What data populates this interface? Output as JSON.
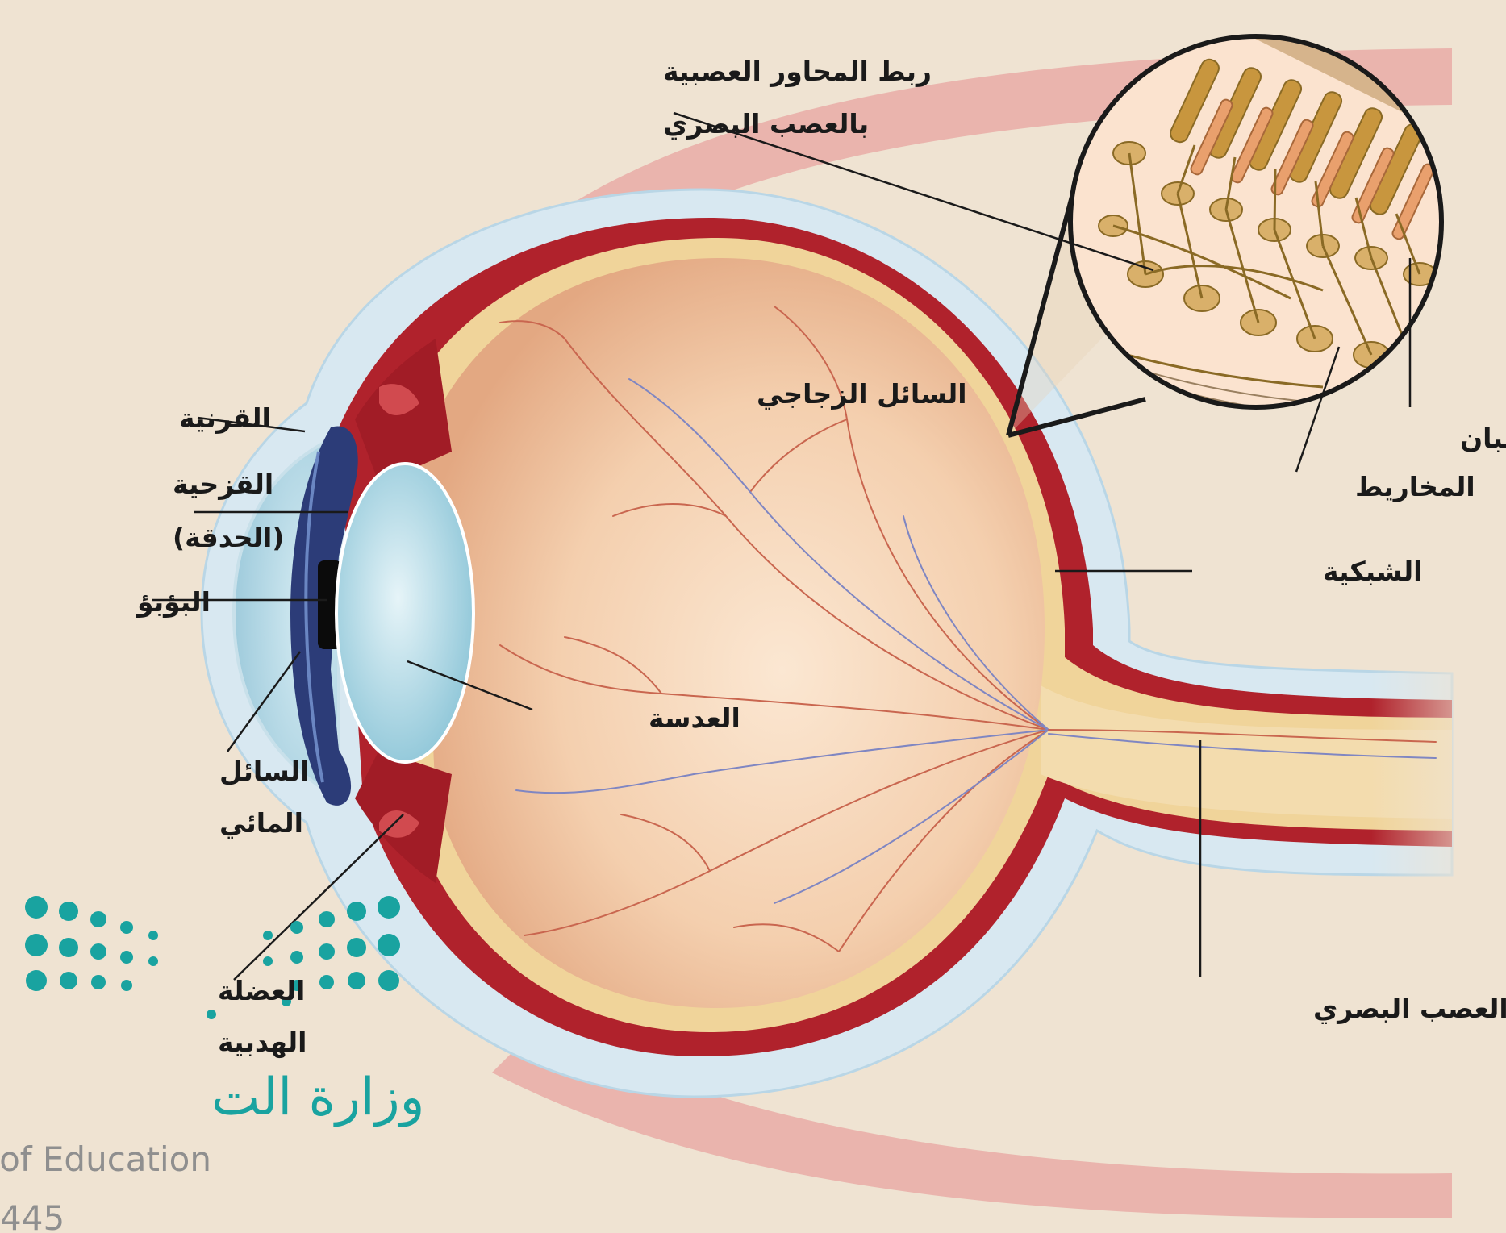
{
  "labels": {
    "axon_link": [
      "ربط المحاور العصبية",
      "بالعصب البصري"
    ],
    "vitreous_humor": "السائل الزجاجي",
    "cornea": "القرنية",
    "iris": [
      "القزحية",
      "(الحدقة)"
    ],
    "pupil": "البؤبؤ",
    "lens": "العدسة",
    "aqueous_humor": [
      "السائل",
      "المائي"
    ],
    "ciliary_muscle": [
      "العضلة",
      "الهدبية"
    ],
    "rods": "القضبان",
    "cones": "المخاريط",
    "retina": "الشبكية",
    "optic_nerve": "العصب البصري"
  },
  "watermark": {
    "arabic": "وزارة الت",
    "english": "of Education",
    "number": "445"
  },
  "colors": {
    "background": "#efe3d2",
    "sclera_outer": "#d8e8f1",
    "choroid": "#b0222c",
    "retina": "#f0d49a",
    "vitreous": "#f3c9a4",
    "lens": "#a9d7e6",
    "watermark": "#19a3a0"
  }
}
